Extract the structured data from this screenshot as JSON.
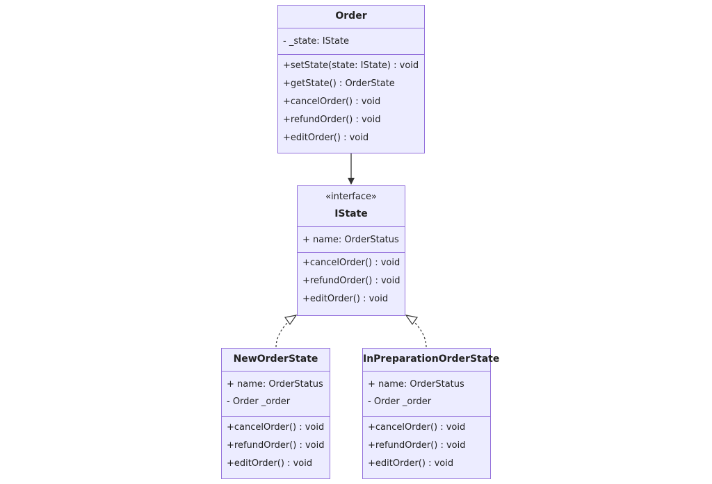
{
  "classes": {
    "order": {
      "name": "Order",
      "attributes": [
        "- _state: IState"
      ],
      "methods": [
        "+setState(state: IState) : void",
        "+getState() : OrderState",
        "+cancelOrder() : void",
        "+refundOrder() : void",
        "+editOrder() : void"
      ]
    },
    "istate": {
      "stereotype": "«interface»",
      "name": "IState",
      "attributes": [
        "+ name: OrderStatus"
      ],
      "methods": [
        "+cancelOrder() : void",
        "+refundOrder() : void",
        "+editOrder() : void"
      ]
    },
    "new_order_state": {
      "name": "NewOrderState",
      "attributes": [
        "+ name: OrderStatus",
        "- Order _order"
      ],
      "methods": [
        "+cancelOrder() : void",
        "+refundOrder() : void",
        "+editOrder() : void"
      ]
    },
    "in_preparation_order_state": {
      "name": "InPreparationOrderState",
      "attributes": [
        "+ name: OrderStatus",
        "- Order _order"
      ],
      "methods": [
        "+cancelOrder() : void",
        "+refundOrder() : void",
        "+editOrder() : void"
      ]
    }
  },
  "relations": [
    {
      "from": "Order",
      "to": "IState",
      "kind": "association"
    },
    {
      "from": "NewOrderState",
      "to": "IState",
      "kind": "realization"
    },
    {
      "from": "InPreparationOrderState",
      "to": "IState",
      "kind": "realization"
    }
  ],
  "colors": {
    "fill": "#ECECFF",
    "stroke": "#9370DB",
    "line": "#333333",
    "text": "#222222"
  }
}
